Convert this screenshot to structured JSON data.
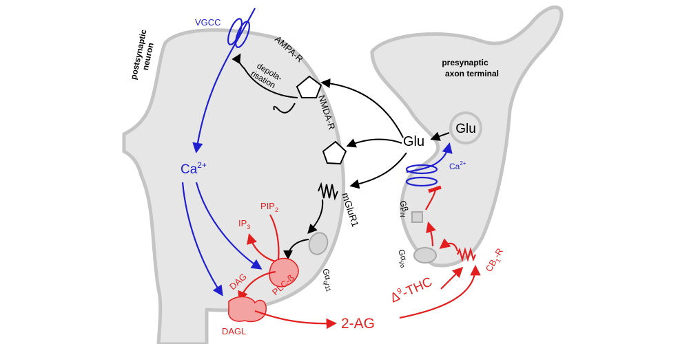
{
  "colors": {
    "cell_fill": "#e6e6e6",
    "cell_stroke": "#c4c4c4",
    "calcium": "#1f1fd0",
    "endocannabinoid": "#e31e1e",
    "glutamate": "#000000"
  },
  "labels": {
    "postsynaptic_line1": "postsynaptic",
    "postsynaptic_line2": "neuron",
    "presynaptic_line1": "presynaptic",
    "presynaptic_line2": "axon terminal",
    "vgcc": "VGCC",
    "ampa": "AMPA-R",
    "depol_line1": "depola-",
    "depol_line2": "risation",
    "nmda": "NMDA-R",
    "glu_vesicle": "Glu",
    "glu_cleft": "Glu",
    "mglur1": "mGluR1",
    "ca_post_base": "Ca",
    "ca_post_sup": "2+",
    "ca_pre_base": "Ca",
    "ca_pre_sup": "2+",
    "pip2_base": "PIP",
    "pip2_sub": "2",
    "ip3_base": "IP",
    "ip3_sub": "3",
    "plc": "PLC-ß",
    "dag": "DAG",
    "dagl": "DAGL",
    "gq_base": "Gα",
    "gq_sub": "q/11",
    "gbg_base": "Gβ",
    "gbg_sub": "/γ",
    "gio_base": "Gα",
    "gio_sub": "i/o",
    "cb1_base": "CB",
    "cb1_sub": "1",
    "cb1_suffix": "-R",
    "thc_prefix": "Δ",
    "thc_sup": "9",
    "thc_suffix": "-THC",
    "ag": "2-AG"
  }
}
